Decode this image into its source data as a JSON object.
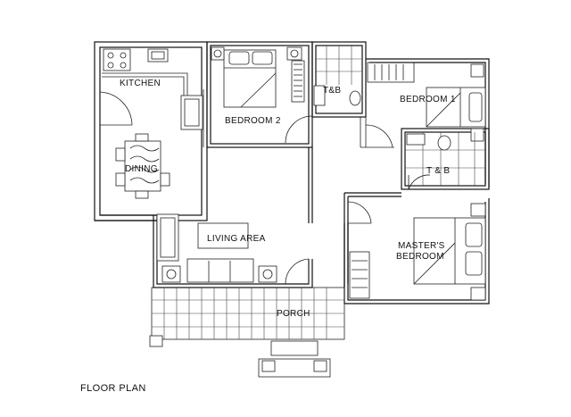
{
  "rooms": {
    "kitchen": "KITCHEN",
    "bedroom2": "BEDROOM 2",
    "tb_top": "T&B",
    "bedroom1": "BEDROOM 1",
    "dining": "DINING",
    "tb_right": "T & B",
    "living": "LIVING AREA",
    "master_line1": "MASTER'S",
    "master_line2": "BEDROOM",
    "porch": "PORCH"
  },
  "title": "FLOOR PLAN"
}
